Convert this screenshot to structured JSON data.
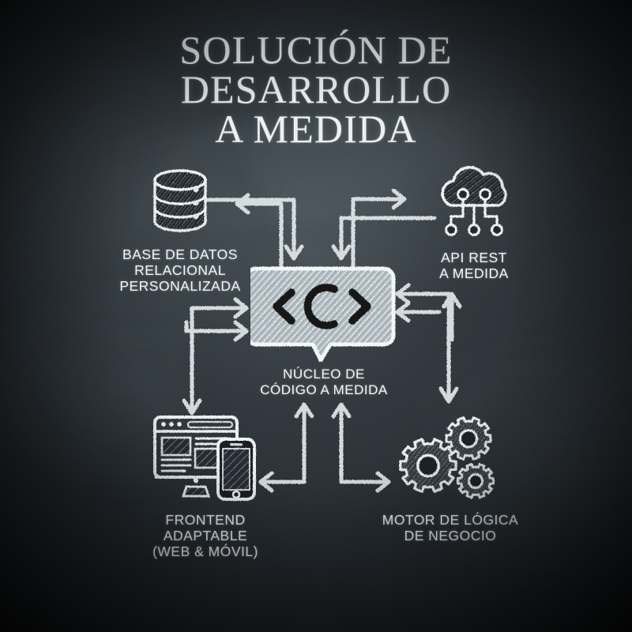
{
  "board": {
    "background_color": "#262c31",
    "chalk_color": "#e8edef",
    "accent_dark": "#121517"
  },
  "title": {
    "line1": "SOLUCIÓN DE",
    "line2": "DESARROLLO",
    "line3": "A MEDIDA"
  },
  "nodes": [
    {
      "id": "database",
      "icon": "database-icon",
      "label_line1": "BASE DE DATOS",
      "label_line2": "RELACIONAL",
      "label_line3": "PERSONALIZADA"
    },
    {
      "id": "api",
      "icon": "cloud-api-icon",
      "label_line1": "API REST",
      "label_line2": "A MEDIDA",
      "label_line3": ""
    },
    {
      "id": "core",
      "icon": "code-bubble-icon",
      "label_line1": "NÚCLEO DE",
      "label_line2": "CÓDIGO A MEDIDA",
      "label_line3": ""
    },
    {
      "id": "frontend",
      "icon": "monitor-mobile-icon",
      "label_line1": "FRONTEND",
      "label_line2": "ADAPTABLE",
      "label_line3": "(WEB & MÓVIL)"
    },
    {
      "id": "logic",
      "icon": "gears-icon",
      "label_line1": "MOTOR DE LÓGICA",
      "label_line2": "DE NEGOCIO",
      "label_line3": ""
    }
  ],
  "connections": [
    {
      "from": "core",
      "to": "database",
      "direction": "bidirectional",
      "style": "elbow"
    },
    {
      "from": "core",
      "to": "api",
      "direction": "bidirectional",
      "style": "elbow"
    },
    {
      "from": "core",
      "to": "frontend",
      "direction": "bidirectional",
      "style": "elbow"
    },
    {
      "from": "core",
      "to": "logic",
      "direction": "bidirectional",
      "style": "elbow"
    }
  ]
}
